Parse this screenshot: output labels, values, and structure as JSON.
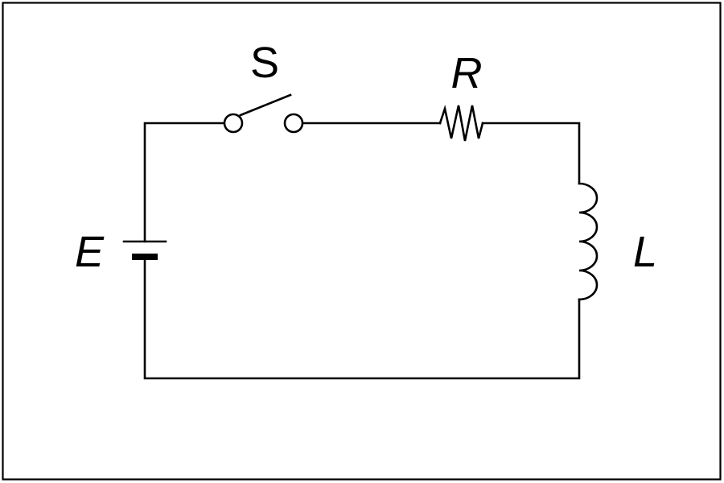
{
  "diagram": {
    "labels": {
      "switch": "S",
      "resistor": "R",
      "inductor": "L",
      "battery": "E"
    },
    "colors": {
      "background": "#ffffff",
      "stroke": "#000000"
    }
  }
}
